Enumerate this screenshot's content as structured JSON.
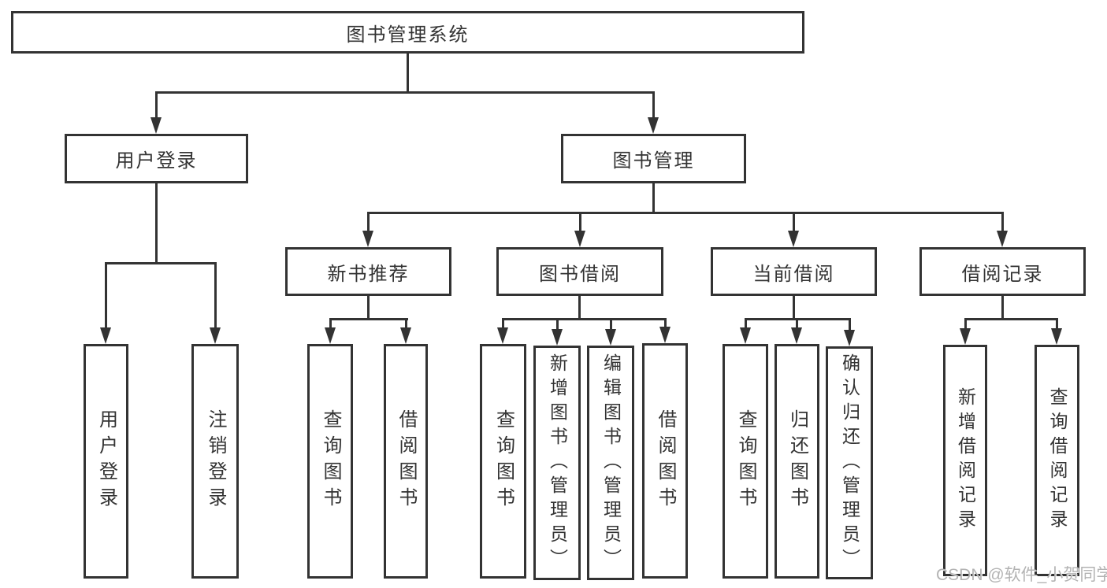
{
  "diagram": {
    "type": "tree",
    "root": {
      "label": "图书管理系统"
    },
    "branches": [
      {
        "label": "用户登录",
        "children": [
          {
            "label": "用户登录"
          },
          {
            "label": "注销登录"
          }
        ]
      },
      {
        "label": "图书管理",
        "children": [
          {
            "label": "新书推荐",
            "children": [
              {
                "label": "查询图书"
              },
              {
                "label": "借阅图书"
              }
            ]
          },
          {
            "label": "图书借阅",
            "children": [
              {
                "label": "查询图书"
              },
              {
                "label": "新增图书（管理员）"
              },
              {
                "label": "编辑图书（管理员）"
              },
              {
                "label": "借阅图书"
              }
            ]
          },
          {
            "label": "当前借阅",
            "children": [
              {
                "label": "查询图书"
              },
              {
                "label": "归还图书"
              },
              {
                "label": "确认归还（管理员）"
              }
            ]
          },
          {
            "label": "借阅记录",
            "children": [
              {
                "label": "新增借阅记录"
              },
              {
                "label": "查询借阅记录"
              }
            ]
          }
        ]
      }
    ]
  },
  "watermark": {
    "text": "CSDN @软件_小贺同学"
  },
  "colors": {
    "line": "#333333",
    "text": "#333333",
    "background": "#ffffff",
    "watermark": "#b3b3b3"
  }
}
